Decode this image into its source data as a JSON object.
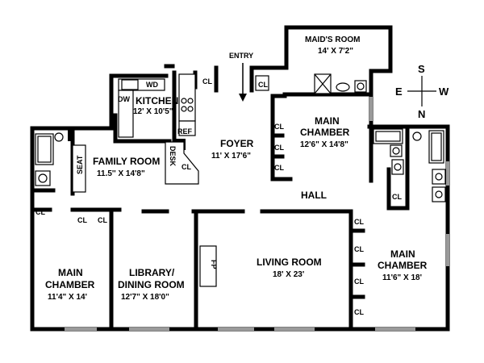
{
  "plan": {
    "rooms": {
      "maids_room": {
        "name": "MAID'S ROOM",
        "dims": "14' X 7'2\""
      },
      "kitchen": {
        "name": "KITCHEN",
        "dims": "12' X 10'5\""
      },
      "foyer": {
        "name": "FOYER",
        "dims": "11' X 17'6\""
      },
      "main_chamber_top": {
        "name1": "MAIN",
        "name2": "CHAMBER",
        "dims": "12'6\" X 14'8\""
      },
      "family_room": {
        "name": "FAMILY ROOM",
        "dims": "11.5'' X 14'8\""
      },
      "hall": {
        "name": "HALL"
      },
      "main_chamber_left": {
        "name1": "MAIN",
        "name2": "CHAMBER",
        "dims": "11'4\" X 14'"
      },
      "library": {
        "name1": "LIBRARY/",
        "name2": "DINING ROOM",
        "dims": "12'7\" X 18'0\""
      },
      "living_room": {
        "name": "LIVING ROOM",
        "dims": "18' X 23'"
      },
      "main_chamber_right": {
        "name1": "MAIN",
        "name2": "CHAMBER",
        "dims": "11'6\" X 18'"
      }
    },
    "labels": {
      "entry": "ENTRY",
      "wd": "WD",
      "dw": "DW",
      "ref": "REF",
      "desk": "DESK",
      "seat": "SEAT",
      "fp": "FP",
      "cl": "CL"
    },
    "compass": {
      "n": "N",
      "s": "S",
      "e": "E",
      "w": "W"
    }
  }
}
